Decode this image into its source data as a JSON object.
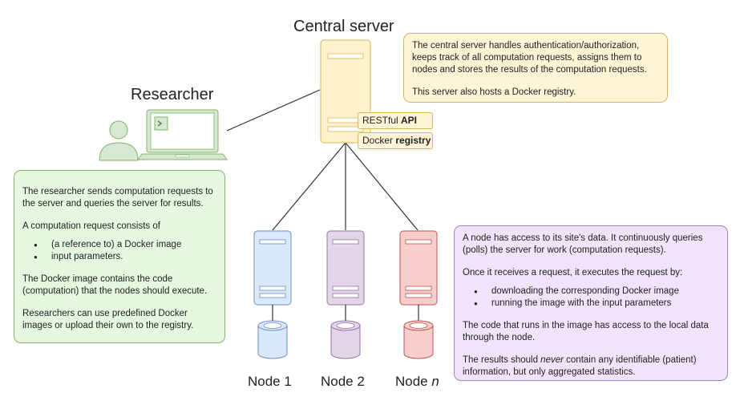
{
  "titles": {
    "central_server": "Central server",
    "researcher": "Researcher"
  },
  "server_tags": {
    "api_prefix": "RESTful ",
    "api_bold": "API",
    "registry_prefix": "Docker ",
    "registry_bold": "registry"
  },
  "server_note": {
    "p1": "The central server handles authentication/authorization, keeps track of all computation requests, assigns them to nodes and stores the results of the computation requests.",
    "p2": "This server also hosts a Docker registry."
  },
  "researcher_note": {
    "p1": "The researcher sends computation requests to the server and queries the server for results.",
    "p2": "A computation request consists of",
    "bullets": [
      "(a reference to) a Docker image",
      "input parameters."
    ],
    "p3": "The Docker image contains the code (computation) that the nodes should execute.",
    "p4": "Researchers can use predefined Docker images or upload their own to the registry."
  },
  "node_note": {
    "p1": "A node has access to its site's data. It continuously queries (polls) the server for work (computation requests).",
    "p2": "Once it receives a request, it executes the request by:",
    "bullets": [
      "downloading the corresponding Docker image",
      "running the image with the input parameters"
    ],
    "p3": "The code that runs in the image has access to the local data through the node.",
    "p4_before": "The results should ",
    "p4_em": "never",
    "p4_after": " contain any identifiable (patient) information, but only aggregated statistics."
  },
  "nodes": [
    {
      "label": "Node 1",
      "suffix": "",
      "fill": "#dae8fc",
      "stroke": "#6c8ebf"
    },
    {
      "label": "Node 2",
      "suffix": "",
      "fill": "#e1d5e7",
      "stroke": "#9673a6"
    },
    {
      "label": "Node ",
      "suffix": "n",
      "fill": "#f8cecc",
      "stroke": "#b85450"
    }
  ],
  "colors": {
    "server_fill": "#fff2cc",
    "server_stroke": "#d6b656",
    "person_fill": "#d5e8d4",
    "person_stroke": "#82b366",
    "connector": "#333333"
  },
  "icons": {
    "laptop_screen": "console-icon"
  }
}
